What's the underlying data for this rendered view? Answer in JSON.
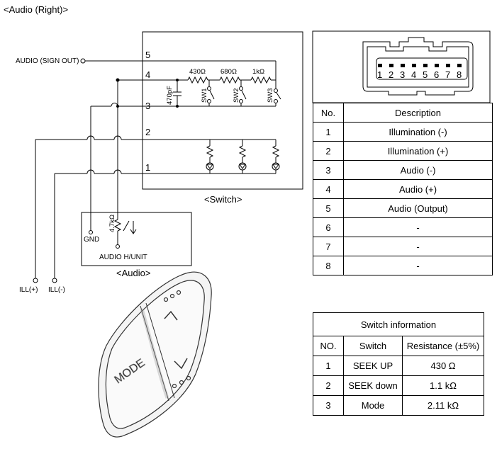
{
  "page_title": "<Audio (Right)>",
  "schematic": {
    "audio_sign_out_label": "AUDIO (SIGN OUT)",
    "pin_labels": [
      "5",
      "4",
      "3",
      "2",
      "1"
    ],
    "resistor_labels": [
      "430Ω",
      "680Ω",
      "1kΩ"
    ],
    "capacitor_label": "470pF",
    "switch_labels": [
      "SW1",
      "SW2",
      "SW3"
    ],
    "switch_caption": "<Switch>",
    "audio_resistor_label": "4.7kΩ",
    "gnd_label": "GND",
    "audio_unit_label": "AUDIO H/UNIT",
    "audio_caption": "<Audio>",
    "ill_plus_label": "ILL(+)",
    "ill_minus_label": "ILL(-)"
  },
  "connector": {
    "pin_numbers": [
      "1",
      "2",
      "3",
      "4",
      "5",
      "6",
      "7",
      "8"
    ]
  },
  "pin_table": {
    "headers": {
      "no": "No.",
      "description": "Description"
    },
    "rows": [
      {
        "no": "1",
        "description": "Illumination (-)"
      },
      {
        "no": "2",
        "description": "Illumination (+)"
      },
      {
        "no": "3",
        "description": "Audio (-)"
      },
      {
        "no": "4",
        "description": "Audio (+)"
      },
      {
        "no": "5",
        "description": "Audio (Output)"
      },
      {
        "no": "6",
        "description": "-"
      },
      {
        "no": "7",
        "description": "-"
      },
      {
        "no": "8",
        "description": "-"
      }
    ]
  },
  "switch_table": {
    "caption": "Switch information",
    "headers": {
      "no": "NO.",
      "switch": "Switch",
      "resistance": "Resistance (±5%)"
    },
    "rows": [
      {
        "no": "1",
        "switch": "SEEK UP",
        "resistance": "430 Ω"
      },
      {
        "no": "2",
        "switch": "SEEK down",
        "resistance": "1.1 kΩ"
      },
      {
        "no": "3",
        "switch": "Mode",
        "resistance": "2.11 kΩ"
      }
    ]
  },
  "switch_illustration": {
    "mode_label": "MODE"
  }
}
